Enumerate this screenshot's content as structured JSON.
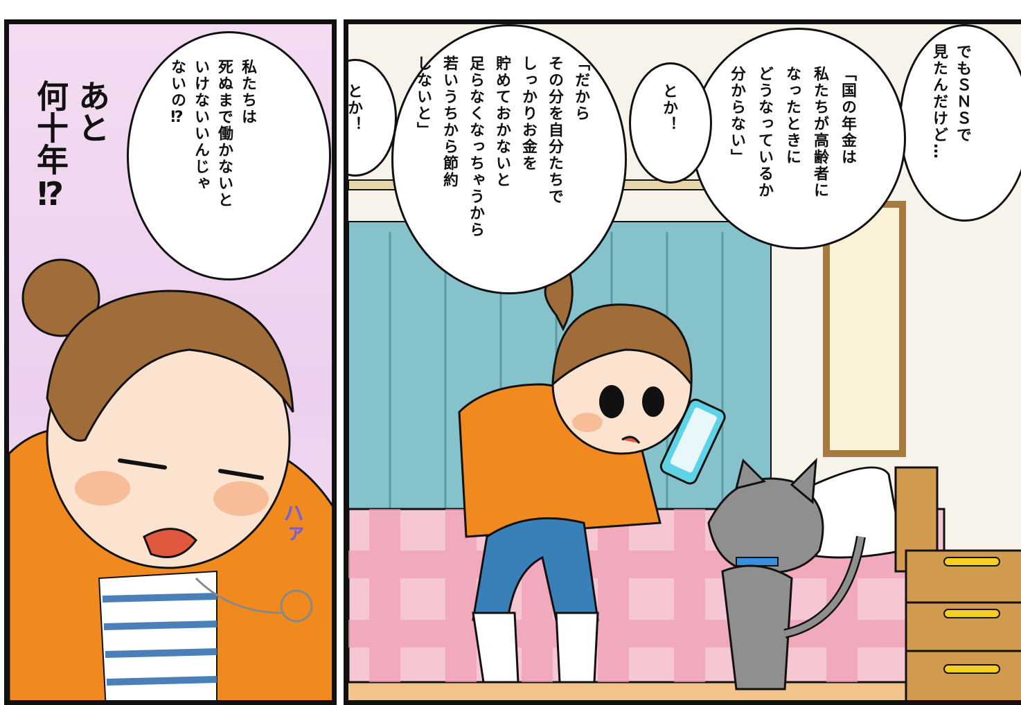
{
  "left_panel": {
    "bubble_text": "私たちは\n死ぬまで働かないと\nいけないいんじゃ\nないの⁉",
    "shout_text": "あと\n何十年⁉",
    "sfx_text": "ハァ"
  },
  "right_panel": {
    "bubble_top_text": "でもＳＮＳで\n見たんだけど…",
    "bubble_quote1_text": "「国の年金は\n私たちが高齢者に\nなったときに\nどうなっているか\n分からない」",
    "bubble_toka1_text": "とか！",
    "bubble_quote2_text": "「だから\nその分を自分たちで\nしっかりお金を\n貯めておかないと\n足らなくなっちゃうから\n若いうちから節約\nしないと」",
    "bubble_toka2_text": "とか！"
  },
  "colors": {
    "jacket": "#f08a1e",
    "hair": "#a06d3a",
    "curtain": "#86c2cc",
    "bedspread": "#f6c6d2",
    "cat": "#8f8f8f",
    "phone": "#5fd3e6",
    "background_left": "#eed6f0"
  }
}
